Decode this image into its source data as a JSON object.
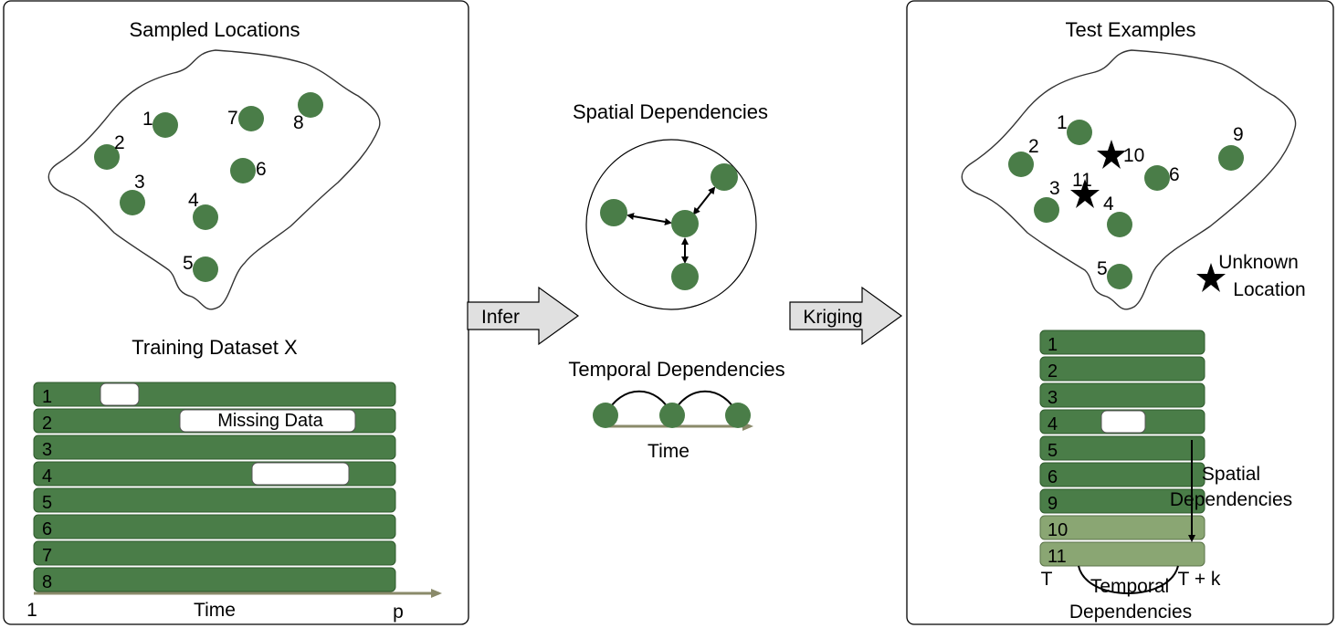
{
  "colors": {
    "node": "#4a7d48",
    "row": "#4a7d48",
    "row_light": "#8aa673",
    "time_arrow": "#8a8a6a",
    "arrow_fill": "#e0e0e0"
  },
  "left_panel": {
    "map_title": "Sampled Locations",
    "node_labels": [
      "1",
      "2",
      "3",
      "4",
      "5",
      "6",
      "7",
      "8"
    ],
    "dataset_title": "Training Dataset X",
    "row_labels": [
      "1",
      "2",
      "3",
      "4",
      "5",
      "6",
      "7",
      "8"
    ],
    "missing_label": "Missing Data",
    "time_label": "Time",
    "time_start": "1",
    "time_end": "p"
  },
  "middle": {
    "infer_label": "Infer",
    "kriging_label": "Kriging",
    "spatial_title": "Spatial Dependencies",
    "temporal_title": "Temporal Dependencies",
    "time_label": "Time"
  },
  "right_panel": {
    "map_title": "Test Examples",
    "node_labels": [
      "1",
      "2",
      "3",
      "4",
      "5",
      "6",
      "9"
    ],
    "star_labels": [
      "10",
      "11"
    ],
    "unknown_line1": "Unknown",
    "unknown_line2": "Location",
    "row_labels": [
      "1",
      "2",
      "3",
      "4",
      "5",
      "6",
      "9",
      "10",
      "11"
    ],
    "spatial_line1": "Spatial",
    "spatial_line2": "Dependencies",
    "temporal_line1": "Temporal",
    "temporal_line2": "Dependencies",
    "t_start": "T",
    "t_end": "T + k"
  }
}
